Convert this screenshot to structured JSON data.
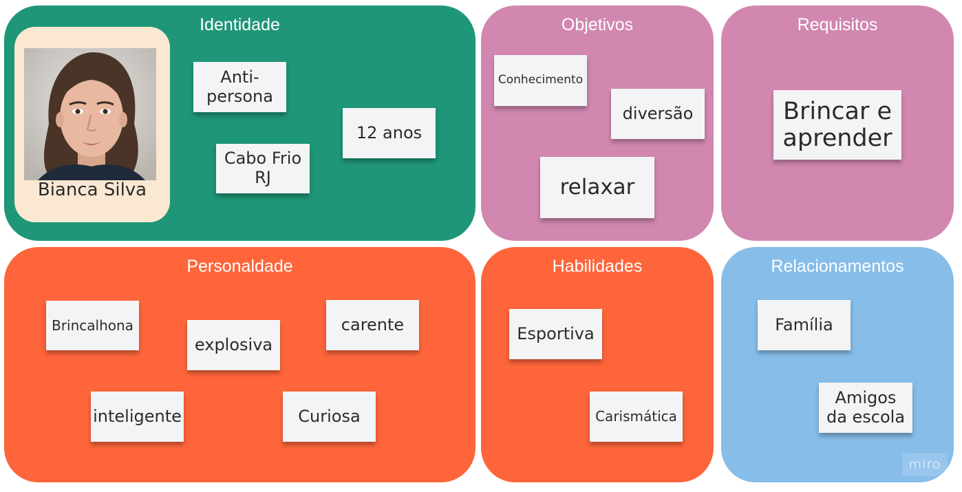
{
  "colors": {
    "identity": "#1f9677",
    "goals": "#d187b0",
    "requirements": "#d187b0",
    "personality": "#fe653b",
    "skills": "#fe653b",
    "relationships": "#86bde9",
    "persona_card": "#fae8d3",
    "note": "#f3f4f5"
  },
  "identity": {
    "title": "Identidade",
    "persona_name": "Bianca Silva",
    "notes": [
      "Anti-\npersona",
      "Cabo Frio\nRJ",
      "12 anos"
    ]
  },
  "goals": {
    "title": "Objetivos",
    "notes": [
      "Conhecimento",
      "diversão",
      "relaxar"
    ]
  },
  "requirements": {
    "title": "Requisitos",
    "notes": [
      "Brincar e\naprender"
    ]
  },
  "personality": {
    "title": "Personaldade",
    "notes": [
      "Brincalhona",
      "explosiva",
      "carente",
      "inteligente",
      "Curiosa"
    ]
  },
  "skills": {
    "title": "Habilidades",
    "notes": [
      "Esportiva",
      "Carismática"
    ]
  },
  "relationships": {
    "title": "Relacionamentos",
    "notes": [
      "Família",
      "Amigos\nda escola"
    ]
  },
  "watermark": "miro"
}
